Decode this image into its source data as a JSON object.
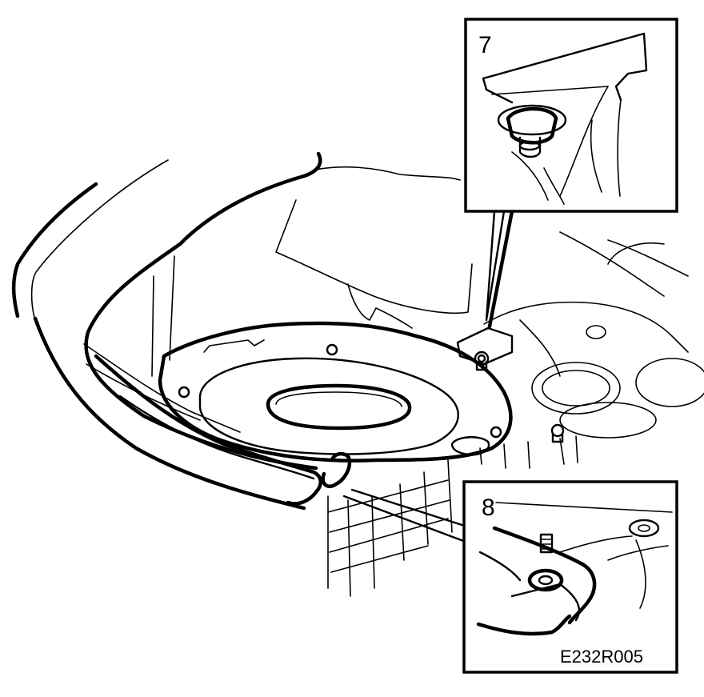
{
  "callouts": [
    {
      "id": "7",
      "label": "7"
    },
    {
      "id": "8",
      "label": "8"
    }
  ],
  "figure_code": "E232R005"
}
